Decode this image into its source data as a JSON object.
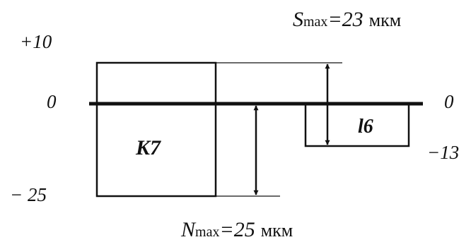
{
  "axis": {
    "left_plus": "+10",
    "left_zero": "0",
    "left_minus": "− 25",
    "right_zero": "0",
    "right_minus": "−13"
  },
  "hole": {
    "name": "K7",
    "upper": 10,
    "lower": -25
  },
  "shaft": {
    "name": "l6",
    "upper": 0,
    "lower": -13
  },
  "smax": {
    "symbol": "S",
    "sub": "max",
    "eq": "=23",
    "unit": "мкм"
  },
  "nmax": {
    "symbol": "N",
    "sub": "max",
    "eq": "=25",
    "unit": "мкм"
  },
  "colors": {
    "ink": "#111111",
    "background": "#ffffff"
  }
}
